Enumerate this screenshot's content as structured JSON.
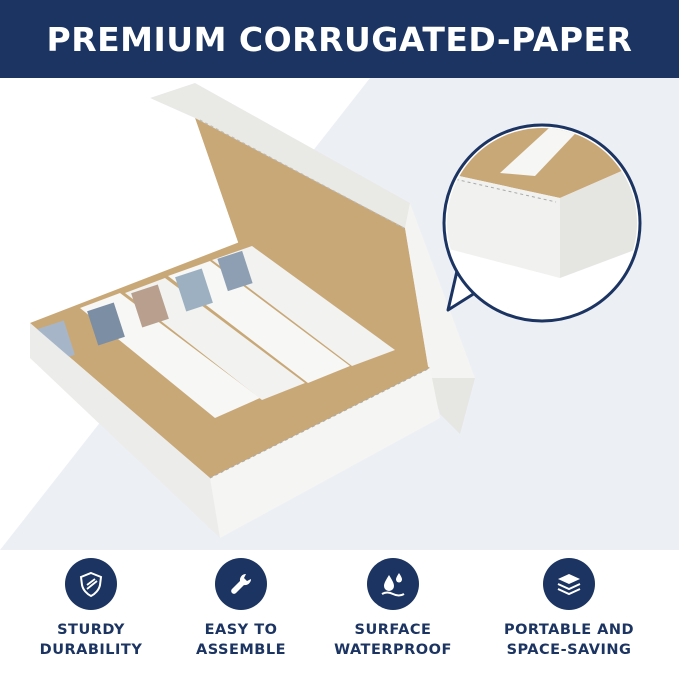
{
  "banner": {
    "title": "PREMIUM CORRUGATED-PAPER"
  },
  "colors": {
    "navy": "#1c3461",
    "box_white": "#f4f4f2",
    "kraft": "#c9a878",
    "background_stripe": "#eceff4"
  },
  "features": [
    {
      "icon": "shield-icon",
      "line1": "STURDY",
      "line2": "DURABILITY"
    },
    {
      "icon": "wrench-icon",
      "line1": "EASY TO",
      "line2": "ASSEMBLE"
    },
    {
      "icon": "water-drops-icon",
      "line1": "SURFACE",
      "line2": "WATERPROOF"
    },
    {
      "icon": "layers-icon",
      "line1": "PORTABLE AND",
      "line2": "SPACE-SAVING"
    }
  ]
}
